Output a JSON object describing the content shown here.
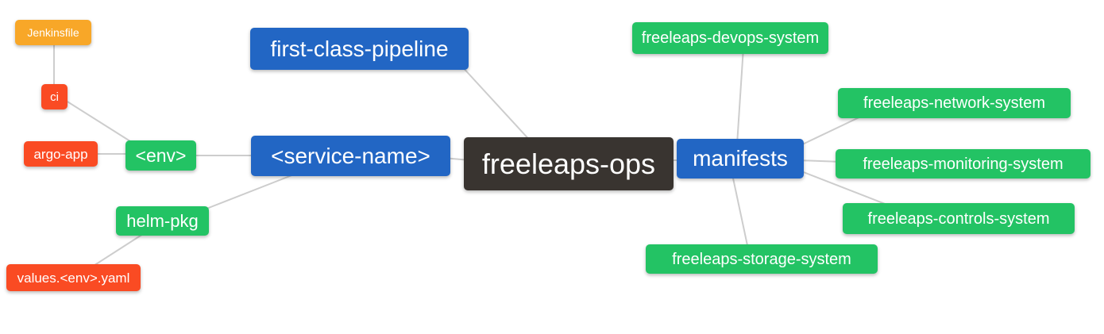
{
  "diagram": {
    "type": "mindmap",
    "root_label": "freeleaps-ops",
    "palette": {
      "root_bg": "#393430",
      "branch_blue": "#2266c4",
      "leaf_green": "#23c364",
      "leaf_red": "#fa4b23",
      "leaf_orange": "#f8a728",
      "edge_gray": "#cdcdcd",
      "text": "#ffffff"
    },
    "nodes": [
      {
        "id": "jenkinsfile",
        "label": "Jenkinsfile",
        "color": "#f8a728"
      },
      {
        "id": "ci",
        "label": "ci",
        "color": "#fa4b23"
      },
      {
        "id": "argo-app",
        "label": "argo-app",
        "color": "#fa4b23"
      },
      {
        "id": "env",
        "label": "<env>",
        "color": "#23c364"
      },
      {
        "id": "first-class-pipeline",
        "label": "first-class-pipeline",
        "color": "#2266c4"
      },
      {
        "id": "service-name",
        "label": "<service-name>",
        "color": "#2266c4"
      },
      {
        "id": "freeleaps-ops",
        "label": "freeleaps-ops",
        "color": "#393430"
      },
      {
        "id": "manifests",
        "label": "manifests",
        "color": "#2266c4"
      },
      {
        "id": "devops-system",
        "label": "freeleaps-devops-system",
        "color": "#23c364"
      },
      {
        "id": "network-system",
        "label": "freeleaps-network-system",
        "color": "#23c364"
      },
      {
        "id": "monitoring-system",
        "label": "freeleaps-monitoring-system",
        "color": "#23c364"
      },
      {
        "id": "controls-system",
        "label": "freeleaps-controls-system",
        "color": "#23c364"
      },
      {
        "id": "storage-system",
        "label": "freeleaps-storage-system",
        "color": "#23c364"
      },
      {
        "id": "helm-pkg",
        "label": "helm-pkg",
        "color": "#23c364"
      },
      {
        "id": "values-yaml",
        "label": "values.<env>.yaml",
        "color": "#fa4b23"
      }
    ],
    "edges": [
      {
        "from": "Jenkinsfile",
        "to": "ci"
      },
      {
        "from": "ci",
        "to": "<env>"
      },
      {
        "from": "argo-app",
        "to": "<env>"
      },
      {
        "from": "<env>",
        "to": "<service-name>"
      },
      {
        "from": "helm-pkg",
        "to": "<service-name>"
      },
      {
        "from": "values.<env>.yaml",
        "to": "helm-pkg"
      },
      {
        "from": "first-class-pipeline",
        "to": "freeleaps-ops"
      },
      {
        "from": "<service-name>",
        "to": "freeleaps-ops"
      },
      {
        "from": "freeleaps-ops",
        "to": "manifests"
      },
      {
        "from": "manifests",
        "to": "freeleaps-devops-system"
      },
      {
        "from": "manifests",
        "to": "freeleaps-network-system"
      },
      {
        "from": "manifests",
        "to": "freeleaps-monitoring-system"
      },
      {
        "from": "manifests",
        "to": "freeleaps-controls-system"
      },
      {
        "from": "manifests",
        "to": "freeleaps-storage-system"
      }
    ]
  }
}
